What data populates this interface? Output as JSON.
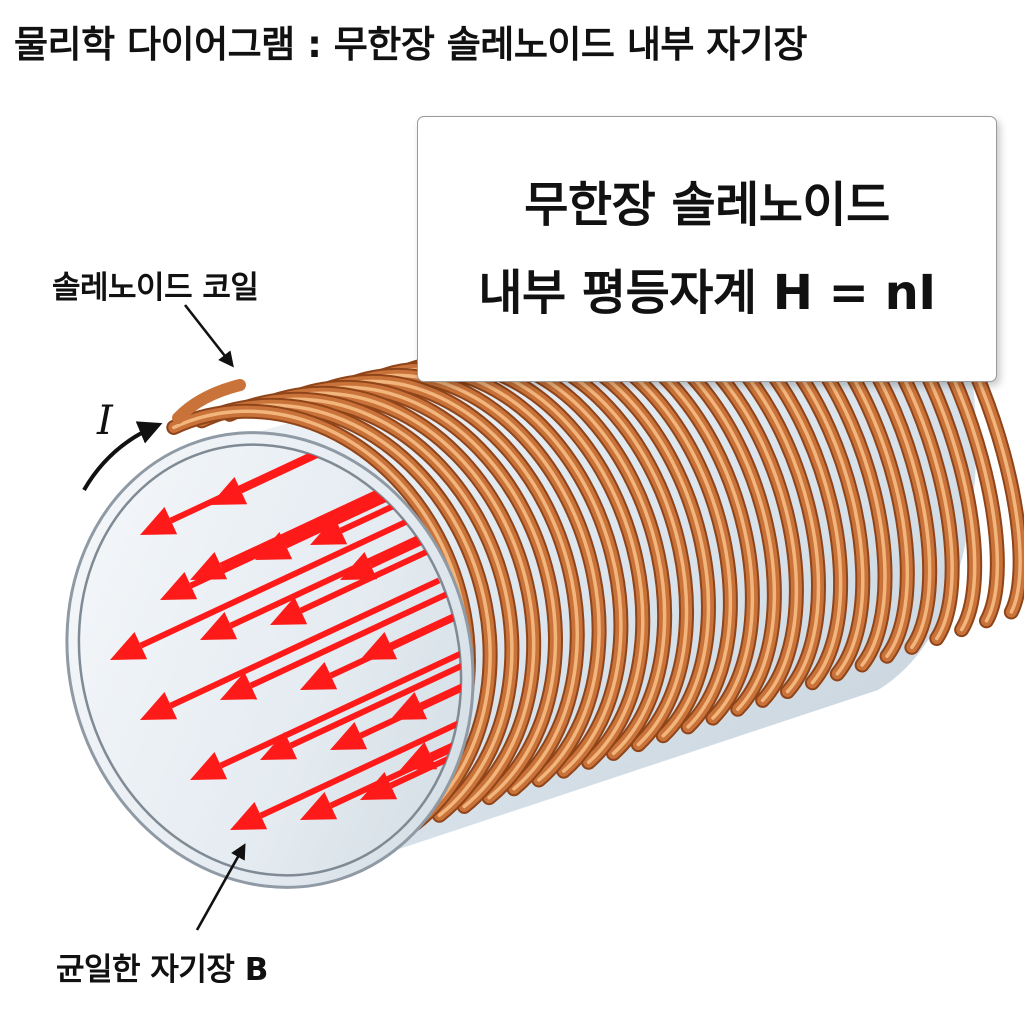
{
  "title": "물리학 다이어그램 : 무한장 솔레노이드 내부 자기장",
  "callout": {
    "line1": "무한장 솔레노이드",
    "line2": "내부 평등자계 H = nI"
  },
  "labels": {
    "coil": "솔레노이드 코일",
    "field": "균일한 자기장 B",
    "current": "I"
  },
  "colors": {
    "copper": "#c9733a",
    "copper_highlight": "#f2b57c",
    "copper_shadow": "#8f4419",
    "field_arrow": "#ff1a1a",
    "tube": "#dde7ee",
    "text": "#111111"
  },
  "icons": [
    "curved-current-arrow-icon",
    "pointer-arrow-icon"
  ]
}
